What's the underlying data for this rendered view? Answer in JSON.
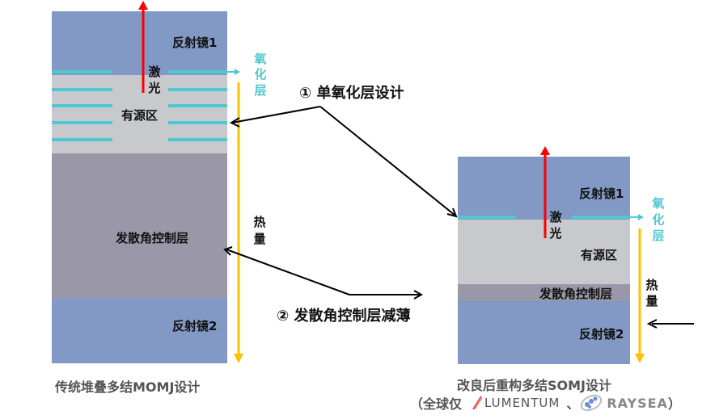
{
  "colors": {
    "mirror": "#8199c4",
    "active": "#c8c9cc",
    "divergence": "#9a97a8",
    "oxide": "#4fc8d0",
    "laser": "#ff0000",
    "heat": "#ffc000",
    "pointer": "#000000",
    "caption": "#555555"
  },
  "left_stack": {
    "mirror1": "反射镜1",
    "laser_chars": [
      "激",
      "光"
    ],
    "active_region": "有源区",
    "divergence_layer": "发散角控制层",
    "mirror2": "反射镜2",
    "oxide_chars": [
      "氧",
      "化",
      "层"
    ],
    "heat_chars": [
      "热",
      "量"
    ],
    "oxide_line_count": 5,
    "caption": "传统堆叠多结MOMJ设计"
  },
  "right_stack": {
    "mirror1": "反射镜1",
    "laser_chars": [
      "激",
      "光"
    ],
    "active_region": "有源区",
    "divergence_layer": "发散角控制层",
    "mirror2": "反射镜2",
    "oxide_chars": [
      "氧",
      "化",
      "层"
    ],
    "heat_chars": [
      "热",
      "量"
    ],
    "oxide_line_count": 1,
    "caption": "改良后重构多结SOMJ设计",
    "subcaption_prefix": "（全球仅",
    "brand1": "LUMENTUM",
    "separator": "、",
    "brand2": "RAYSEA",
    "subcaption_suffix": "）"
  },
  "callouts": {
    "single_oxide": "① 单氧化层设计",
    "thinner_divergence": "② 发散角控制层减薄"
  }
}
